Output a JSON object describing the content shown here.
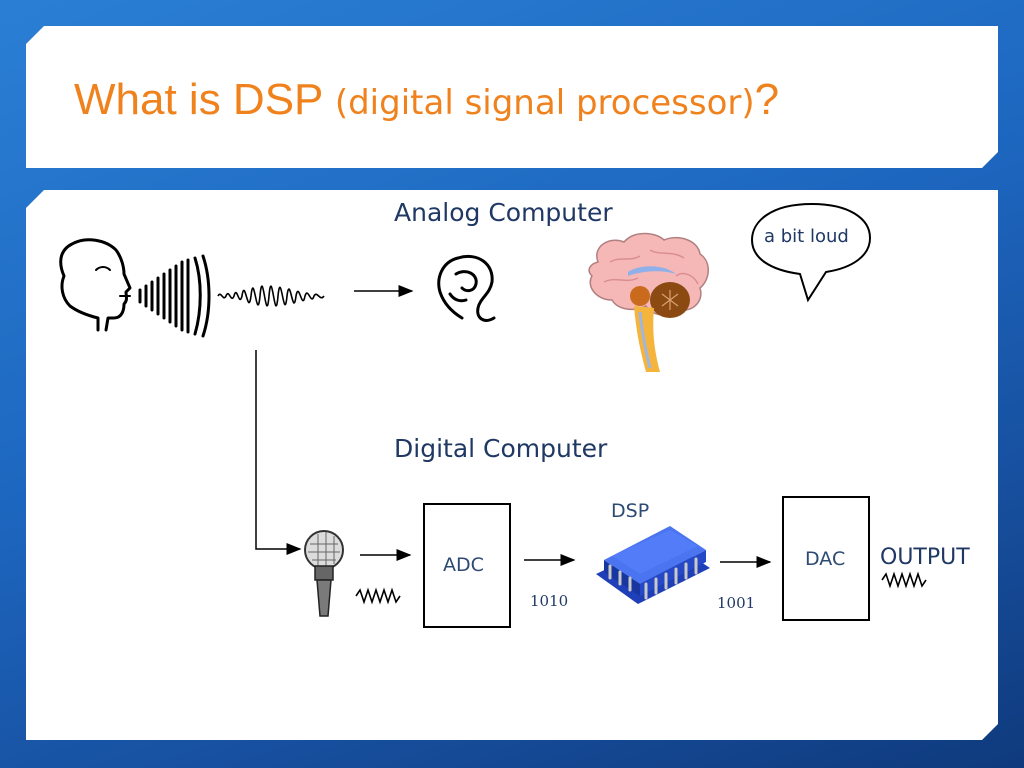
{
  "slide": {
    "title": {
      "main": "What is DSP ",
      "paren": "(digital signal processor)",
      "mark": "?"
    }
  },
  "analog": {
    "heading": "Analog Computer",
    "speech_bubble": "a bit loud"
  },
  "digital": {
    "heading": "Digital Computer",
    "adc_label": "ADC",
    "dsp_label": "DSP",
    "dac_label": "DAC",
    "output_label": "OUTPUT",
    "adc_output_bits": "1010",
    "dsp_output_bits": "1001"
  },
  "icons": [
    "speaking-head-icon",
    "sound-wave-icon",
    "ear-icon",
    "brain-icon",
    "microphone-icon",
    "chip-icon"
  ],
  "colors": {
    "title": "#f0821e",
    "text": "#1f3864",
    "background": "#1d66bf",
    "chip": "#2f56d6",
    "brain": "#f6b7b7"
  }
}
